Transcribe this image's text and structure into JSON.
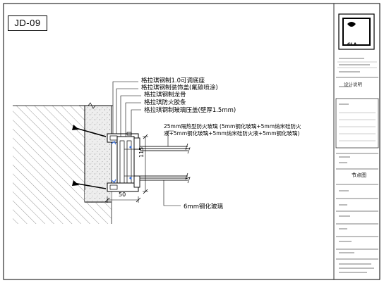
{
  "sheet": {
    "number": "JD-09"
  },
  "labels": {
    "l1": "格拉琪钢制1.0可调底座",
    "l2": "格拉琪钢制装饰盖(氟碳喷涂)",
    "l3": "格拉琪钢制龙骨",
    "l4": "格拉琪防火胶条",
    "l5": "格拉琪钢制玻璃压盖(壁厚1.5mm)",
    "glass1": "25mm隔热型防火玻璃  (5mm钢化玻璃+5mm纳米硅防火",
    "glass2": "液+5mm钢化玻璃+5mm纳米硅防火液+5mm钢化玻璃)",
    "tempered": "6mm钢化玻璃"
  },
  "dimensions": {
    "width": "50",
    "height": "115"
  },
  "title_block": {
    "logo_text": "GLA",
    "design_note_title": "设计说明",
    "drawing_name": "节点图"
  },
  "colors": {
    "line": "#000000",
    "concrete_fill": "#efefef",
    "glass_line": "#222222",
    "blue_mark": "#3a6fd8"
  }
}
